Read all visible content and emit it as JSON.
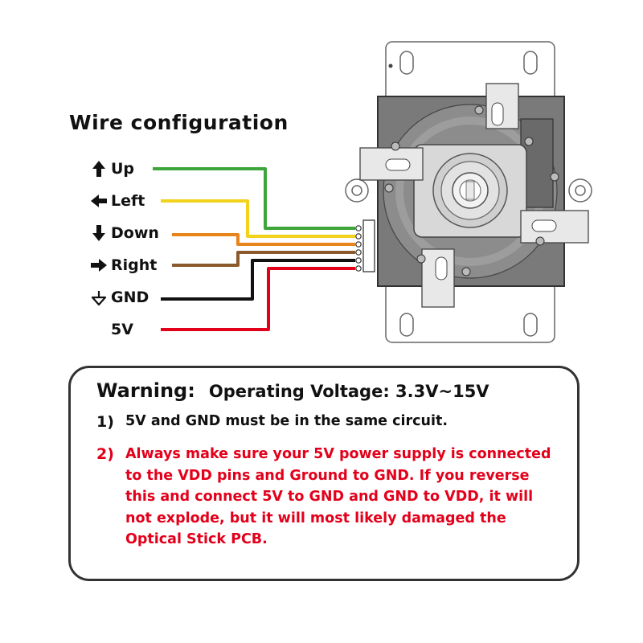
{
  "title": "Wire configuration",
  "wires": [
    {
      "label": "Up",
      "icon": "arrow-up-icon",
      "color": "#3ea53a"
    },
    {
      "label": "Left",
      "icon": "arrow-left-icon",
      "color": "#f2d21b"
    },
    {
      "label": "Down",
      "icon": "arrow-down-icon",
      "color": "#e8841a"
    },
    {
      "label": "Right",
      "icon": "arrow-right-icon",
      "color": "#8a5a2b"
    },
    {
      "label": "GND",
      "icon": "ground-icon",
      "color": "#111111"
    },
    {
      "label": "5V",
      "icon": "",
      "color": "#e3001b"
    }
  ],
  "warning": {
    "title": "Warning:",
    "voltage": "Operating Voltage: 3.3V~15V",
    "items": [
      {
        "num": "1)",
        "text": "5V and GND must be in the same circuit.",
        "color": "#111111"
      },
      {
        "num": "2)",
        "text": "Always make sure your 5V power supply is connected to the VDD pins and Ground to GND. If you reverse this and connect 5V to GND and GND to VDD, it will not explode, but it will most likely damaged the Optical Stick PCB.",
        "color": "#e3001b"
      }
    ]
  }
}
